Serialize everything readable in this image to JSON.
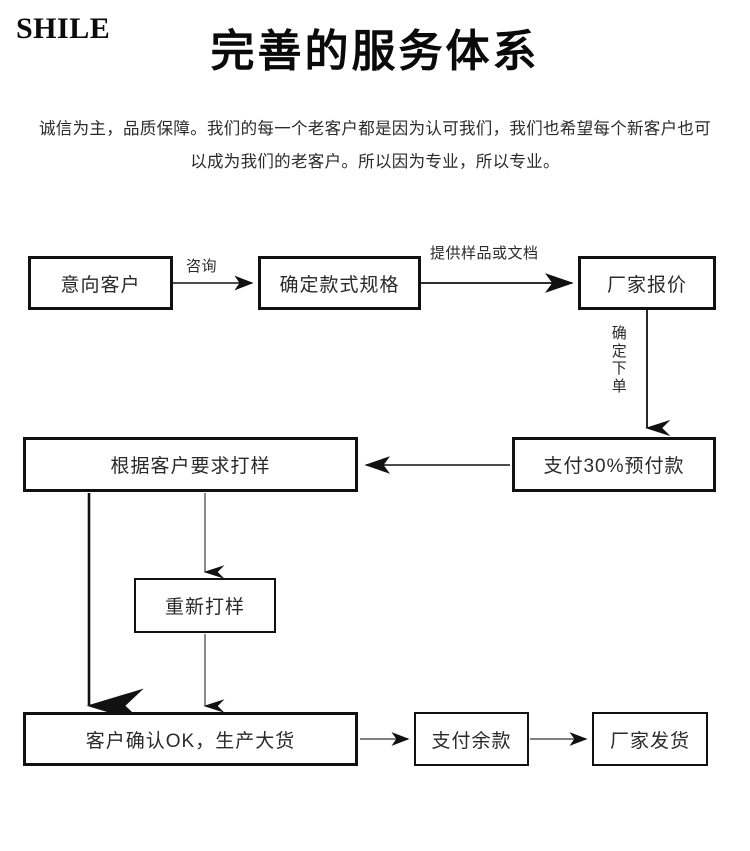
{
  "brand": {
    "logo_text": "SHILE"
  },
  "header": {
    "title": "完善的服务体系",
    "subtitle": "诚信为主，品质保障。我们的每一个老客户都是因为认可我们，我们也希望每个新客户也可以成为我们的老客户。所以因为专业，所以专业。"
  },
  "flowchart": {
    "type": "flowchart",
    "nodes": [
      {
        "id": "n1",
        "label": "意向客户"
      },
      {
        "id": "n2",
        "label": "确定款式规格"
      },
      {
        "id": "n3",
        "label": "厂家报价"
      },
      {
        "id": "n4",
        "label": "支付30%预付款"
      },
      {
        "id": "n5",
        "label": "根据客户要求打样"
      },
      {
        "id": "n6",
        "label": "重新打样"
      },
      {
        "id": "n7",
        "label": "客户确认OK，生产大货"
      },
      {
        "id": "n8",
        "label": "支付余款"
      },
      {
        "id": "n9",
        "label": "厂家发货"
      }
    ],
    "edge_labels": {
      "e1": "咨询",
      "e2": "提供样品或文档",
      "e3": "确定下单"
    },
    "edges": [
      {
        "from": "n1",
        "to": "n2",
        "label": "咨询"
      },
      {
        "from": "n2",
        "to": "n3",
        "label": "提供样品或文档"
      },
      {
        "from": "n3",
        "to": "n4",
        "label": "确定下单"
      },
      {
        "from": "n4",
        "to": "n5",
        "label": ""
      },
      {
        "from": "n5",
        "to": "n7",
        "label": ""
      },
      {
        "from": "n5",
        "to": "n6",
        "label": ""
      },
      {
        "from": "n6",
        "to": "n7",
        "label": ""
      },
      {
        "from": "n7",
        "to": "n8",
        "label": ""
      },
      {
        "from": "n8",
        "to": "n9",
        "label": ""
      }
    ]
  },
  "colors": {
    "line": "#111111",
    "box_border": "#111111",
    "text": "#2a2a2a",
    "background": "#ffffff"
  }
}
